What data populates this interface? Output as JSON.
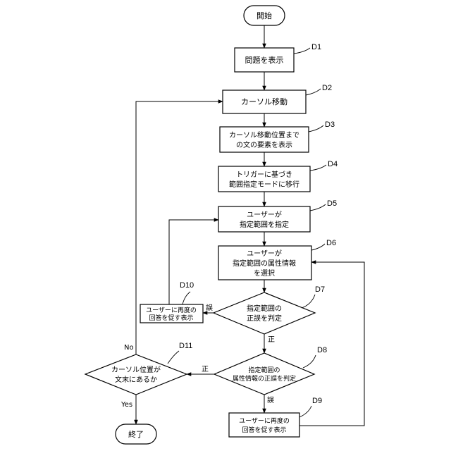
{
  "start": "開始",
  "end": "終了",
  "steps": [
    {
      "id": "D1",
      "lines": [
        "問題を表示"
      ]
    },
    {
      "id": "D2",
      "lines": [
        "カーソル移動"
      ]
    },
    {
      "id": "D3",
      "lines": [
        "カーソル移動位置まで",
        "の文の要素を表示"
      ]
    },
    {
      "id": "D4",
      "lines": [
        "トリガーに基づき",
        "範囲指定モードに移行"
      ]
    },
    {
      "id": "D5",
      "lines": [
        "ユーザーが",
        "指定範囲を指定"
      ]
    },
    {
      "id": "D6",
      "lines": [
        "ユーザーが",
        "指定範囲の属性情報",
        "を選択"
      ]
    },
    {
      "id": "D7",
      "lines": [
        "指定範囲の",
        "正誤を判定"
      ]
    },
    {
      "id": "D8",
      "lines": [
        "指定範囲の",
        "属性情報の正誤を判定"
      ]
    },
    {
      "id": "D9",
      "lines": [
        "ユーザーに再度の",
        "回答を促す表示"
      ]
    },
    {
      "id": "D10",
      "lines": [
        "ユーザーに再度の",
        "回答を促す表示"
      ]
    },
    {
      "id": "D11",
      "lines": [
        "カーソル位置が",
        "文末にあるか"
      ]
    }
  ],
  "edge_labels": {
    "d7_wrong": "誤",
    "d7_correct": "正",
    "d8_correct": "正",
    "d8_wrong": "誤",
    "d11_no": "No",
    "d11_yes": "Yes"
  }
}
